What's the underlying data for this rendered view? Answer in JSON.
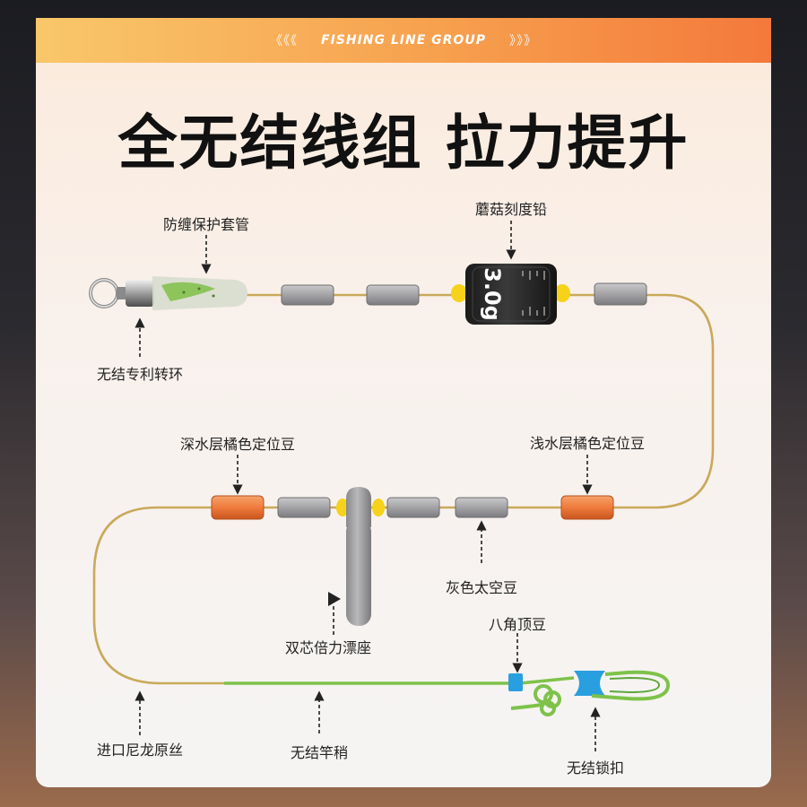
{
  "banner": {
    "left_chevrons": "《《《",
    "title": "FISHING LINE GROUP",
    "right_chevrons": "》》》"
  },
  "headline": "全无结线组 拉力提升",
  "sinker_label": "3.0g",
  "labels": {
    "anti_tangle_sleeve": "防缠保护套管",
    "mushroom_sinker": "蘑菇刻度铅",
    "knotless_swivel": "无结专利转环",
    "deep_stopper": "深水层橘色定位豆",
    "shallow_stopper": "浅水层橘色定位豆",
    "gray_space_bean": "灰色太空豆",
    "float_seat": "双芯倍力漂座",
    "octagon_bead": "八角顶豆",
    "nylon_line": "进口尼龙原丝",
    "rod_tip": "无结竿稍",
    "lock_clip": "无结锁扣"
  },
  "colors": {
    "line": "#c9a95a",
    "rod_tip": "#7ec24a",
    "orange_bead": "#f07a3c",
    "gray_bead": "#a8a8aa",
    "yellow_bead": "#f6d21a",
    "blue_clip": "#2a9fe0"
  }
}
